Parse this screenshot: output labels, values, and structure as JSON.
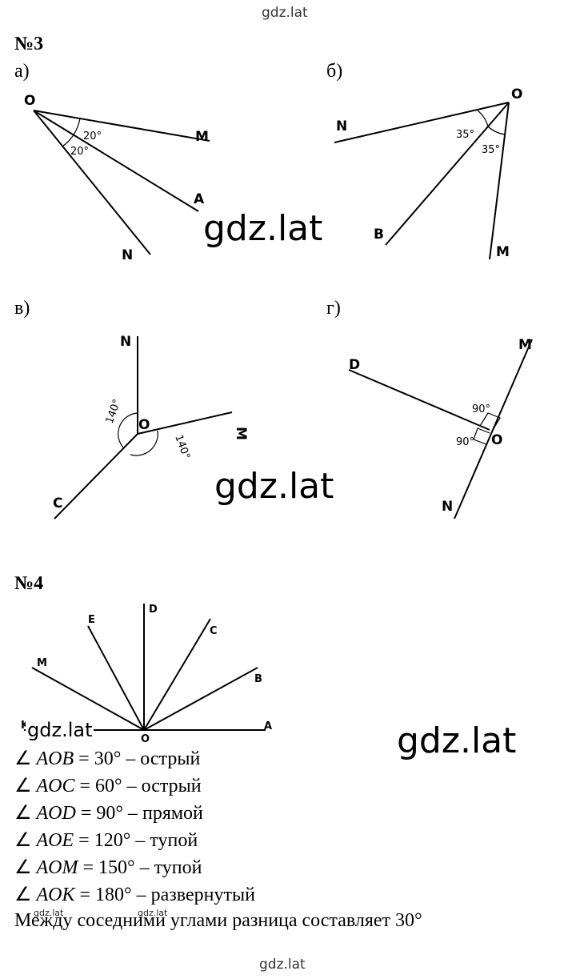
{
  "watermark": {
    "top": "gdz.lat",
    "bottom": "gdz.lat",
    "big": "gdz.lat",
    "tiny": "gdz.lat"
  },
  "task3": {
    "heading": "№3",
    "parts": {
      "a": {
        "label": "а)",
        "points": {
          "o": "O",
          "m": "M",
          "a": "A",
          "n": "N"
        },
        "angles": {
          "top": "20°",
          "bottom": "20°"
        }
      },
      "b": {
        "label": "б)",
        "points": {
          "o": "O",
          "n": "N",
          "b": "B",
          "m": "M"
        },
        "angles": {
          "left": "35°",
          "right": "35°"
        }
      },
      "v": {
        "label": "в)",
        "points": {
          "n": "N",
          "o": "O",
          "m": "M",
          "c": "C"
        },
        "angles": {
          "left": "140°",
          "right": "140°"
        }
      },
      "g": {
        "label": "г)",
        "points": {
          "m": "M",
          "d": "D",
          "o": "O",
          "n": "N"
        },
        "angles": {
          "top": "90°",
          "bottom": "90°"
        }
      }
    }
  },
  "task4": {
    "heading": "№4",
    "points": {
      "d": "D",
      "e": "E",
      "c": "C",
      "m": "M",
      "b": "B",
      "k": "K",
      "o": "O",
      "a": "A"
    },
    "answers": [
      {
        "angle": "AOB",
        "rest": " = 30° – острый"
      },
      {
        "angle": "AOC",
        "rest": " = 60° – острый"
      },
      {
        "angle": "AOD",
        "rest": " = 90° – прямой"
      },
      {
        "angle": "AOE",
        "rest": " = 120° – тупой"
      },
      {
        "angle": "AOM",
        "rest": " = 150° – тупой"
      },
      {
        "angle": "AOK",
        "rest": " = 180° – развернутый"
      }
    ],
    "angle_symbol": "∠",
    "conclusion": "Между соседними углами разница составляет 30°"
  }
}
